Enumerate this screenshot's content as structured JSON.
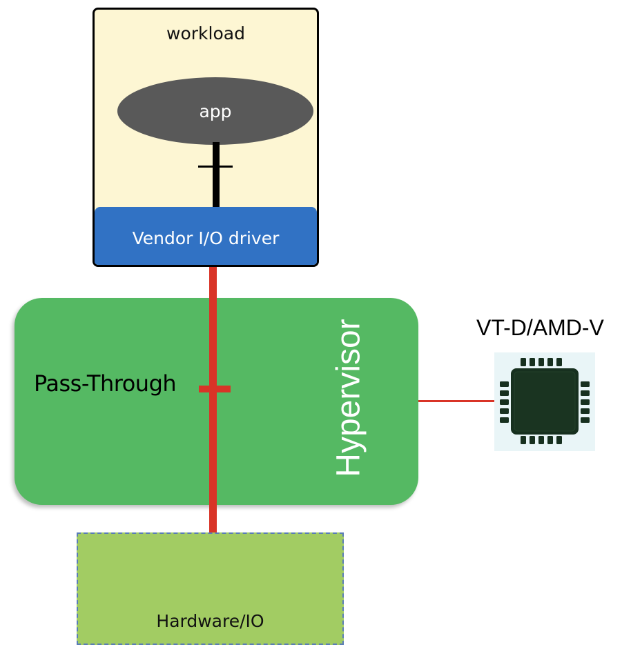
{
  "workload": {
    "title": "workload",
    "app_label": "app",
    "driver_label": "Vendor I/O driver"
  },
  "hypervisor": {
    "label": "Hypervisor",
    "passthrough_label": "Pass-Through"
  },
  "hardware": {
    "label": "Hardware/IO"
  },
  "chip": {
    "label": "VT-D/AMD-V",
    "icon": "cpu-chip-icon"
  },
  "colors": {
    "workload_bg": "#fdf6d3",
    "app": "#595959",
    "driver": "#3172c4",
    "hypervisor": "#55b963",
    "link": "#d93427",
    "hardware": "#a2cc63",
    "chip_body": "#17301f"
  }
}
